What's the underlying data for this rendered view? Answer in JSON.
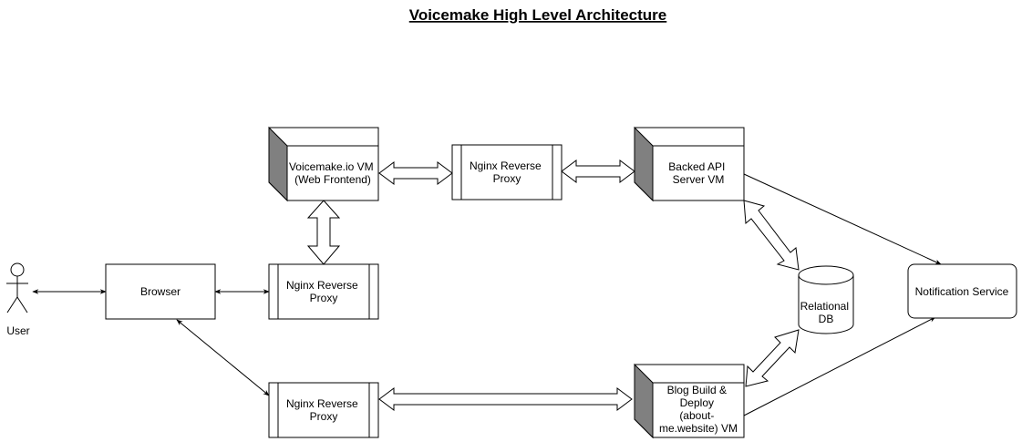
{
  "title": "Voicemake High Level Architecture",
  "nodes": {
    "user": "User",
    "browser": "Browser",
    "nginx_browser": [
      "Nginx Reverse",
      "Proxy"
    ],
    "frontend_vm": [
      "Voicemake.io VM",
      "(Web Frontend)"
    ],
    "nginx_top": [
      "Nginx Reverse",
      "Proxy"
    ],
    "backend_vm": [
      "Backed API",
      "Server VM"
    ],
    "database": [
      "Relational",
      "DB"
    ],
    "notification": "Notification Service",
    "nginx_bottom": [
      "Nginx Reverse",
      "Proxy"
    ],
    "blog_vm": [
      "Blog Build &",
      "Deploy",
      "(about-",
      "me.website) VM"
    ]
  },
  "connections": [
    {
      "from": "user",
      "to": "browser",
      "style": "bidirectional-arrow"
    },
    {
      "from": "browser",
      "to": "nginx_browser",
      "style": "bidirectional-arrow"
    },
    {
      "from": "browser",
      "to": "nginx_bottom",
      "style": "bidirectional-arrow"
    },
    {
      "from": "nginx_browser",
      "to": "frontend_vm",
      "style": "bidirectional-flow-arrow"
    },
    {
      "from": "frontend_vm",
      "to": "nginx_top",
      "style": "bidirectional-flow-arrow"
    },
    {
      "from": "nginx_top",
      "to": "backend_vm",
      "style": "bidirectional-flow-arrow"
    },
    {
      "from": "backend_vm",
      "to": "database",
      "style": "bidirectional-flow-arrow"
    },
    {
      "from": "nginx_bottom",
      "to": "blog_vm",
      "style": "bidirectional-flow-arrow"
    },
    {
      "from": "blog_vm",
      "to": "database",
      "style": "bidirectional-flow-arrow"
    },
    {
      "from": "backend_vm",
      "to": "notification",
      "style": "arrow"
    },
    {
      "from": "blog_vm",
      "to": "notification",
      "style": "arrow"
    }
  ]
}
